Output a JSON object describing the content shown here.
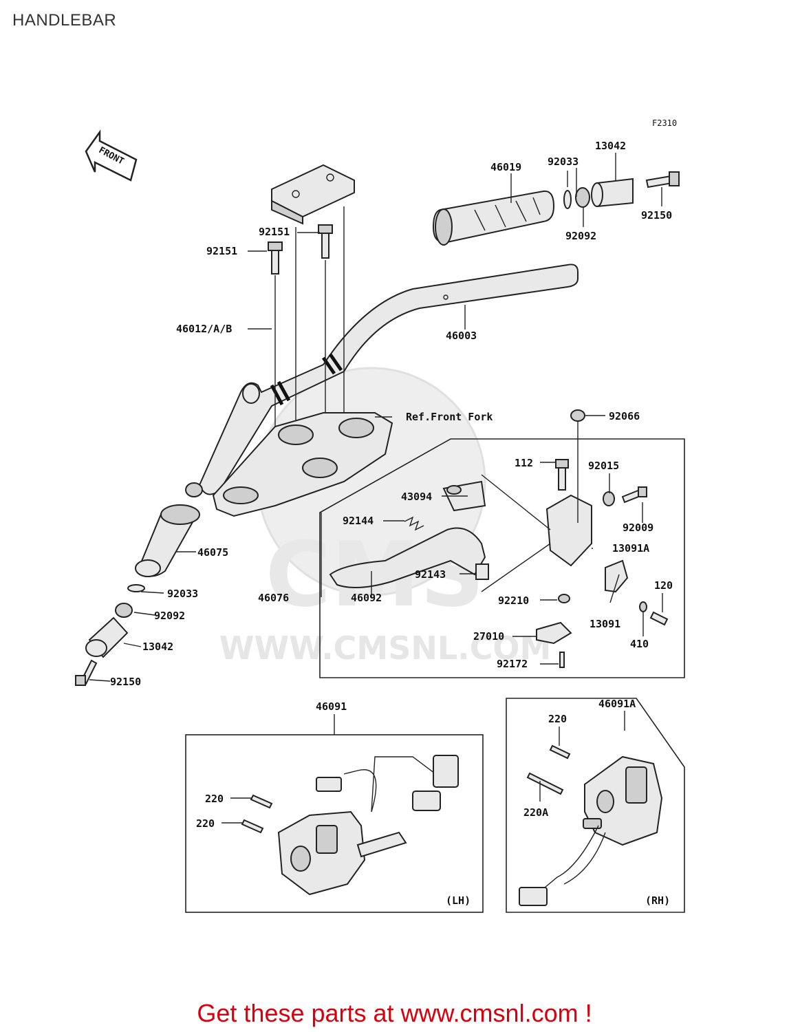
{
  "page": {
    "title": "HANDLEBAR"
  },
  "diagram": {
    "figure_code": "F2310",
    "direction_arrow": "FRONT",
    "watermark": "WWW.CMSNL.COM",
    "watermark_logo": "CMS",
    "labels": {
      "p46019": "46019",
      "p92033a": "92033",
      "p13042a": "13042",
      "p92150a": "92150",
      "p92092a": "92092",
      "p92151a": "92151",
      "p92151b": "92151",
      "p46012": "46012/A/B",
      "p46003": "46003",
      "ref_front_fork": "Ref.Front Fork",
      "p92066": "92066",
      "p112": "112",
      "p92015": "92015",
      "p43094": "43094",
      "p92144": "92144",
      "p92009": "92009",
      "p13091a": "13091A",
      "p46075": "46075",
      "p92143": "92143",
      "p92033b": "92033",
      "p46076": "46076",
      "p46092": "46092",
      "p92210": "92210",
      "p120": "120",
      "p92092b": "92092",
      "p13091": "13091",
      "p13042b": "13042",
      "p27010": "27010",
      "p410": "410",
      "p92172": "92172",
      "p92150b": "92150",
      "p46091": "46091",
      "p46091a": "46091A",
      "p220a": "220",
      "p220b": "220",
      "p220c": "220",
      "p220A": "220A",
      "lh": "(LH)",
      "rh": "(RH)"
    }
  },
  "footer": {
    "cta": "Get these parts at www.cmsnl.com !"
  },
  "colors": {
    "footer_text": "#d9000d",
    "watermark": "#eeeeee"
  }
}
